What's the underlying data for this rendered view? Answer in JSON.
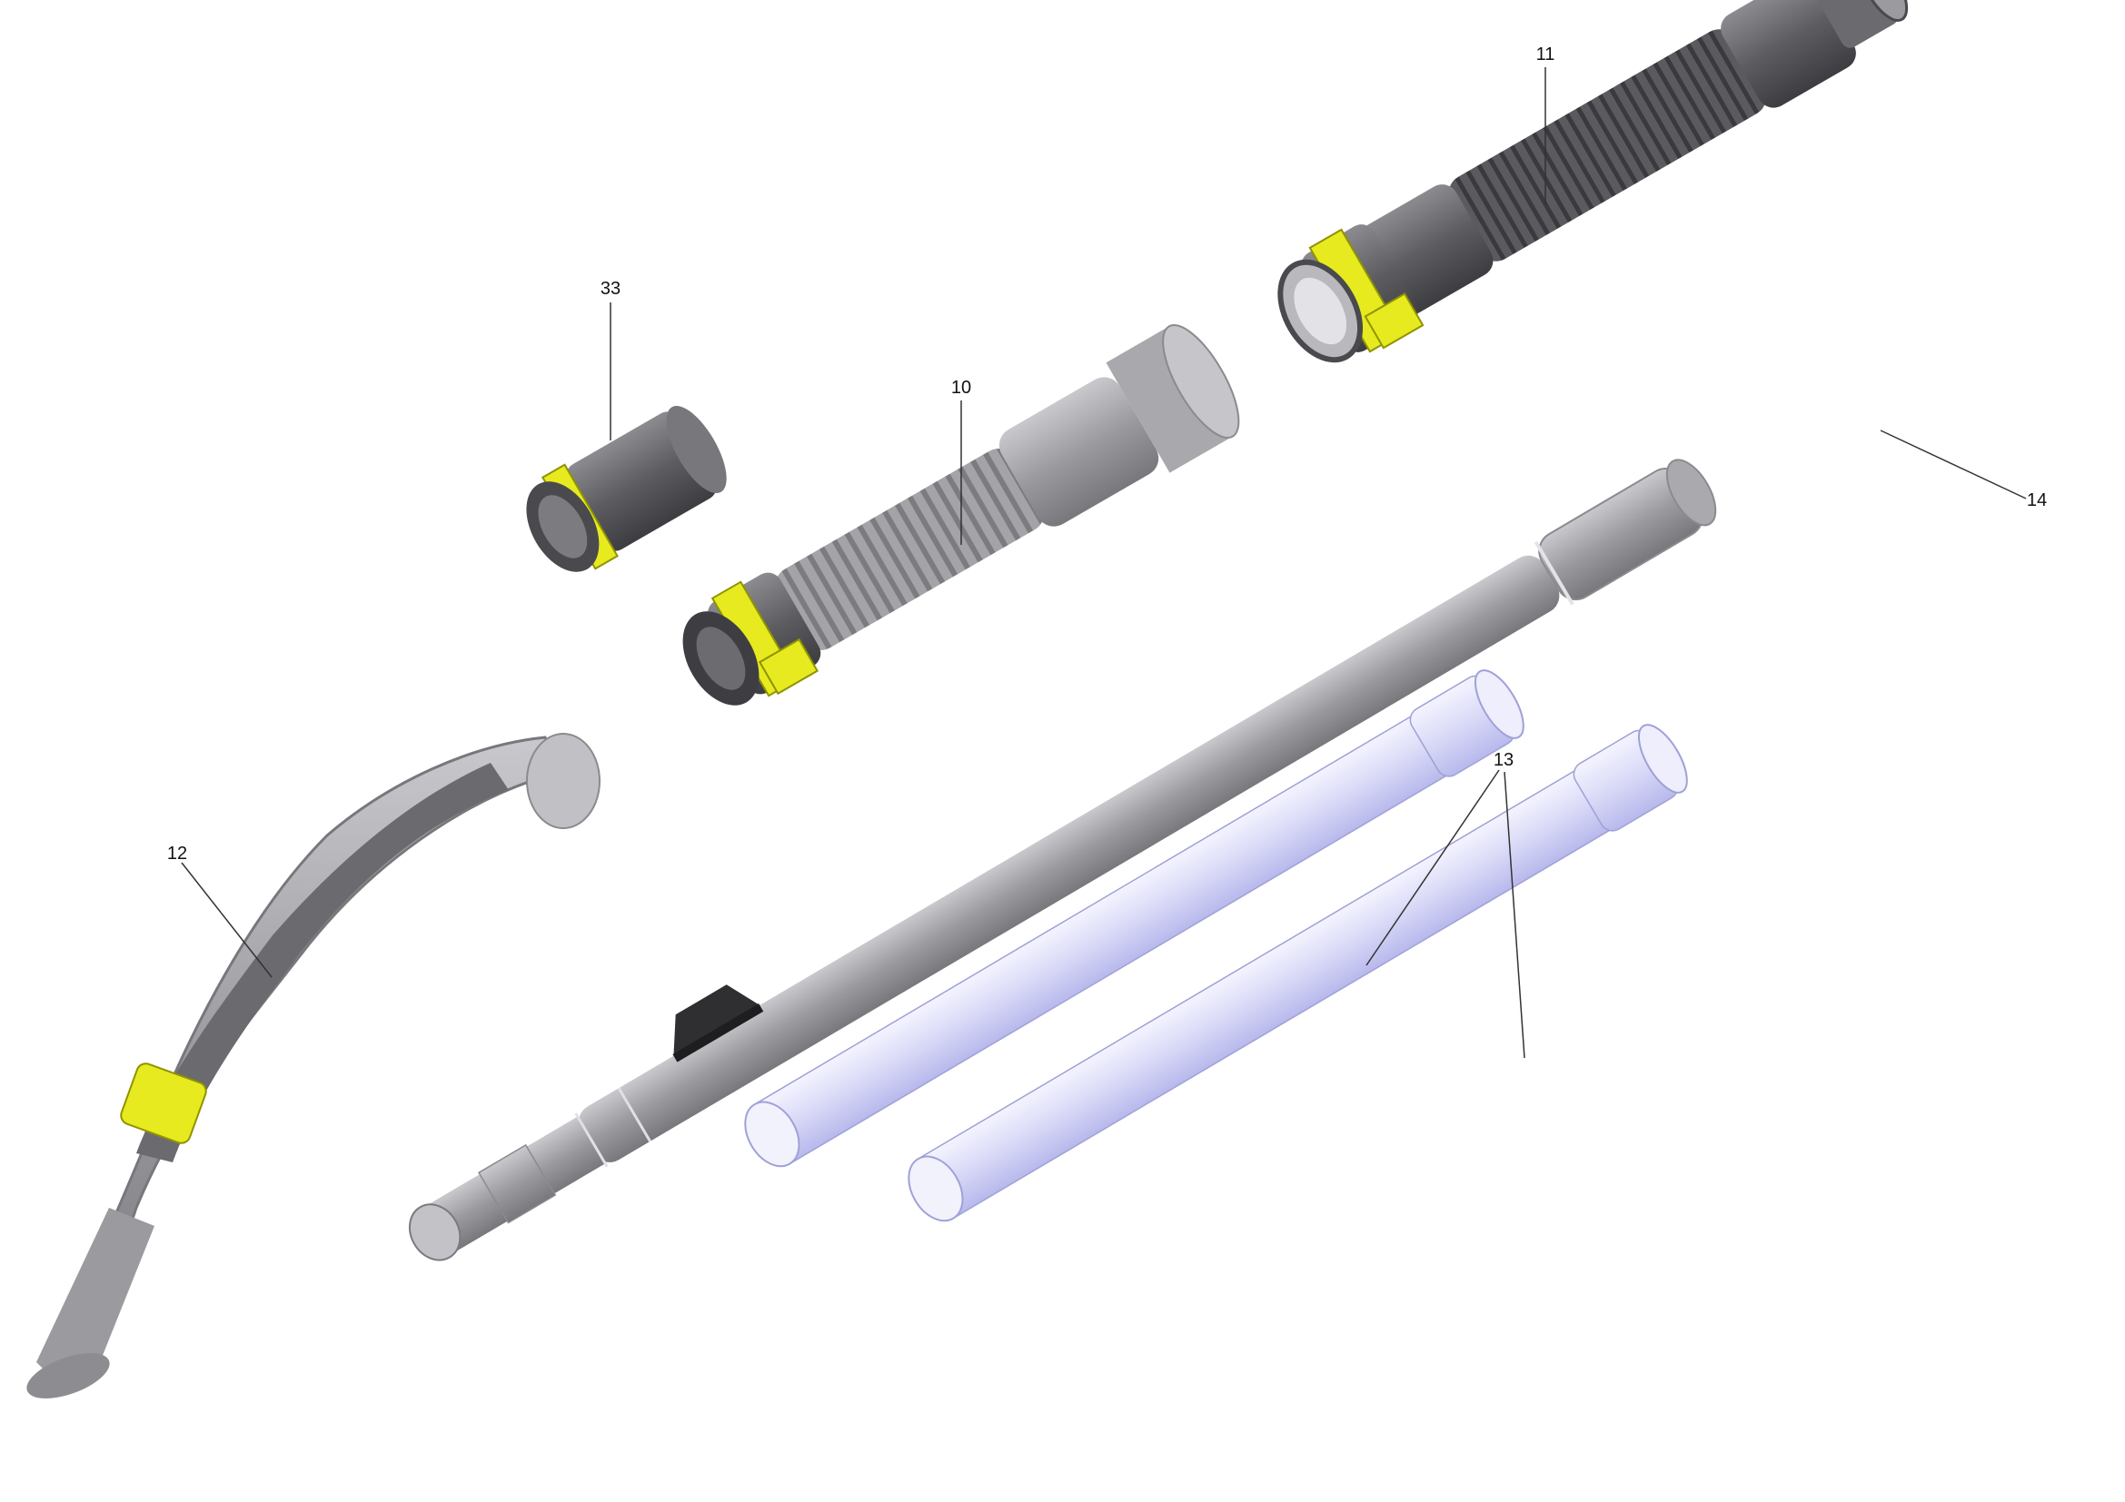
{
  "callouts": {
    "c33": "33",
    "c10": "10",
    "c11": "11",
    "c14": "14",
    "c12": "12",
    "c13": "13"
  },
  "colors": {
    "accent_yellow": "#e6ea1f",
    "dark_gray": "#5a5a5e",
    "mid_gray": "#8a8a8e",
    "light_gray": "#b9b9bd",
    "tube_lavender": "#d8d9f7",
    "background": "#ffffff"
  },
  "parts": [
    {
      "number": "10",
      "icon": "flexible-hose-segment-icon"
    },
    {
      "number": "11",
      "icon": "corrugated-hose-icon"
    },
    {
      "number": "12",
      "icon": "curved-handle-icon"
    },
    {
      "number": "13",
      "icon": "extension-tube-icon"
    },
    {
      "number": "14",
      "icon": "telescopic-tube-icon"
    },
    {
      "number": "33",
      "icon": "hose-connector-icon"
    }
  ]
}
